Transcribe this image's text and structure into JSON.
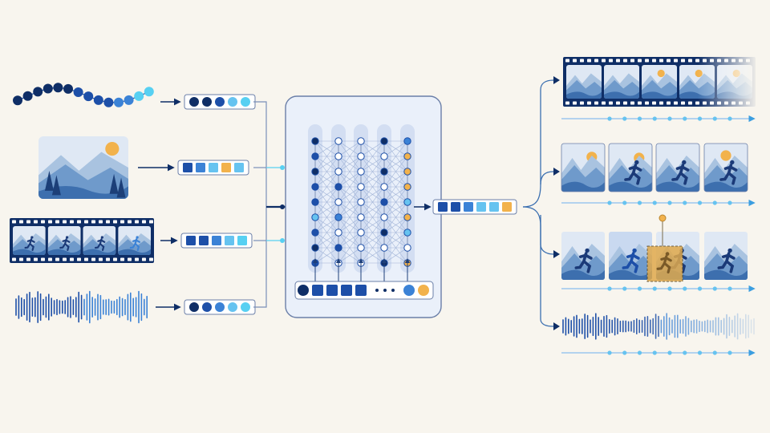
{
  "colors": {
    "background": "#f8f5ee",
    "navy": "#0f2e66",
    "dark_blue": "#1d4fa8",
    "mid_blue": "#3b82d6",
    "light_blue": "#66c3f0",
    "cyan": "#57d0f2",
    "amber": "#f2b24c",
    "panel_fill": "#eaf0fa",
    "panel_stroke": "#6b7fa8",
    "line": "#7a8fb8",
    "mountain_far": "#a9c3e0",
    "mountain_mid": "#6f9acb",
    "mountain_near": "#3d6fae",
    "sky": "#dfe8f4",
    "runner": "#1b3a78"
  },
  "inputs": [
    {
      "modality": "sequence",
      "token_colors": [
        "navy",
        "navy",
        "dark_blue",
        "light_blue",
        "cyan"
      ]
    },
    {
      "modality": "image",
      "token_colors": [
        "dark_blue",
        "mid_blue",
        "light_blue",
        "amber",
        "light_blue"
      ]
    },
    {
      "modality": "video",
      "token_colors": [
        "dark_blue",
        "dark_blue",
        "mid_blue",
        "light_blue",
        "cyan"
      ]
    },
    {
      "modality": "audio",
      "token_colors": [
        "navy",
        "dark_blue",
        "mid_blue",
        "light_blue",
        "cyan"
      ]
    }
  ],
  "network": {
    "columns": 5,
    "nodes_per_column": 9,
    "bottom_tokens": [
      "navy",
      "dark_blue",
      "dark_blue",
      "dark_blue",
      "dark_blue"
    ],
    "bottom_tail_tokens": [
      "mid_blue",
      "amber"
    ]
  },
  "output_tokens": [
    "dark_blue",
    "dark_blue",
    "mid_blue",
    "light_blue",
    "light_blue",
    "amber"
  ],
  "outputs": [
    {
      "modality": "video",
      "frames": 5
    },
    {
      "modality": "image-sequence",
      "frames": 4
    },
    {
      "modality": "image-sequence-edit",
      "frames": 4
    },
    {
      "modality": "audio"
    }
  ]
}
